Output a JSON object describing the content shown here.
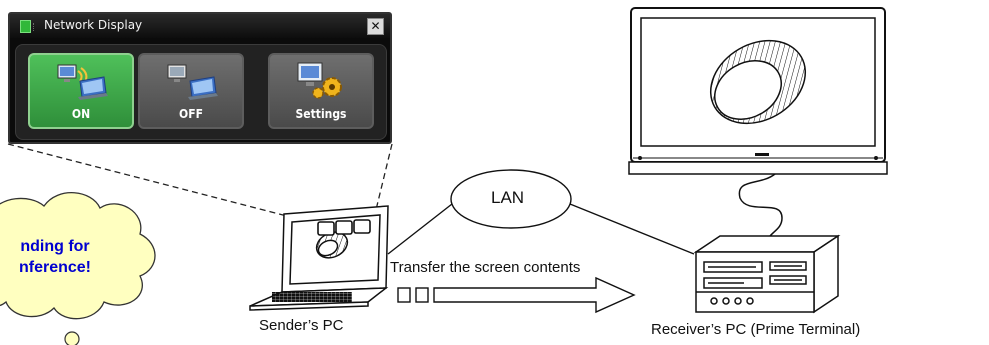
{
  "window": {
    "title": "Network Display",
    "close_glyph": "✕",
    "buttons": [
      {
        "label": "ON",
        "icon": "network-on-icon",
        "state": "active"
      },
      {
        "label": "OFF",
        "icon": "network-off-icon",
        "state": "inactive"
      },
      {
        "label": "Settings",
        "icon": "settings-icon",
        "state": "inactive"
      }
    ]
  },
  "network": {
    "lan_label": "LAN",
    "transfer_label": "Transfer the screen contents"
  },
  "devices": {
    "sender_label": "Sender’s PC",
    "receiver_label": "Receiver’s PC (Prime Terminal)"
  },
  "callout": {
    "line1": "nding for",
    "line2": "nference!"
  },
  "colors": {
    "on_button": "#3fa84a",
    "callout_fill": "#ffffc0",
    "callout_text": "#0000d0"
  }
}
